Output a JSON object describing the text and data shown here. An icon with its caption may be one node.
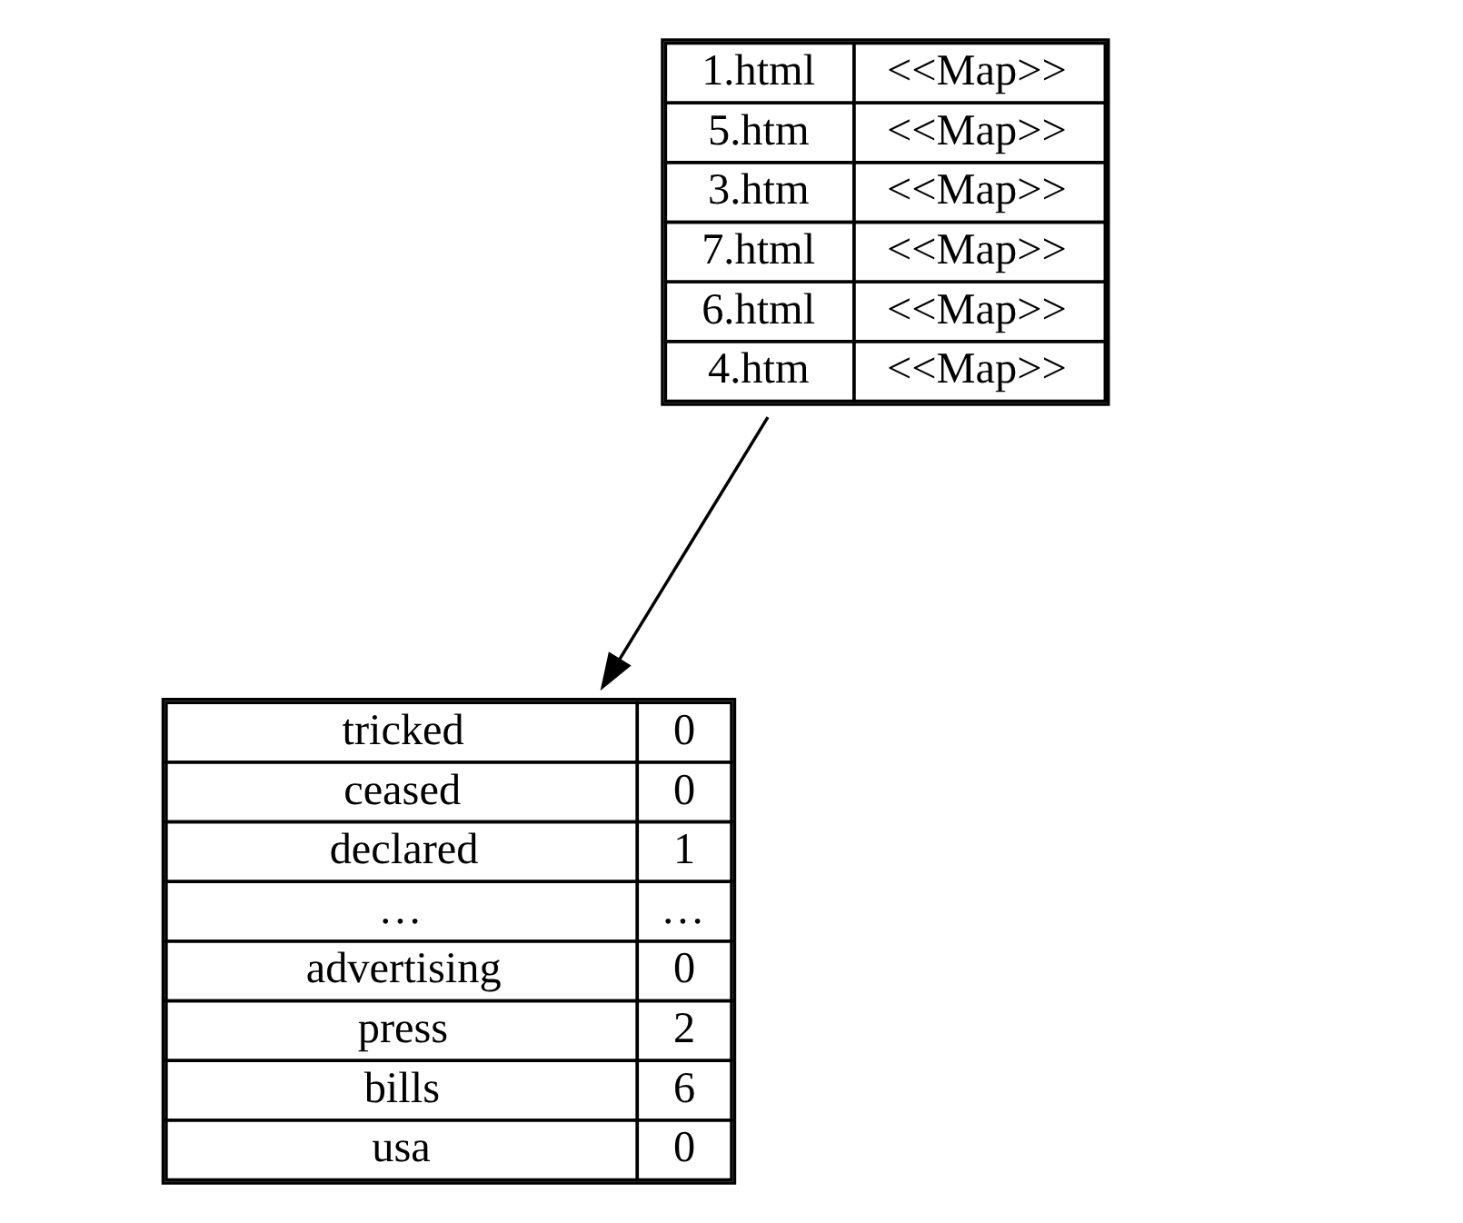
{
  "diagram": {
    "nodes": [
      {
        "text": [
          "1.html",
          "<<Map>>",
          "5.htm",
          "<<Map>>",
          "3.htm",
          "<<Map>>",
          "7.html",
          "<<Map>>",
          "6.html",
          "<<Map>>",
          "4.htm",
          "<<Map>>"
        ]
      },
      {
        "text": [
          "tricked",
          "0",
          "ceased",
          "0",
          "declared",
          "1",
          "…",
          "…",
          "advertising",
          "0",
          "press",
          "2",
          "bills",
          "6",
          "usa",
          "0"
        ]
      }
    ],
    "edges": [
      {
        "from": 0,
        "to": 1,
        "arrow": "to"
      }
    ]
  }
}
